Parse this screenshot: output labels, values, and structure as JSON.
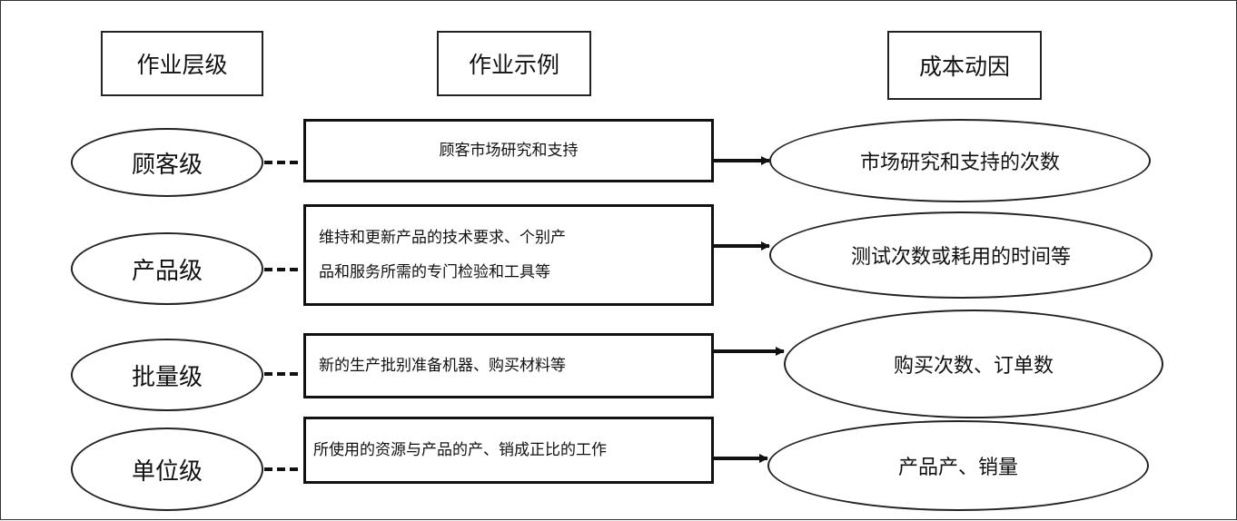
{
  "headers": {
    "level": "作业层级",
    "example": "作业示例",
    "driver": "成本动因"
  },
  "rows": [
    {
      "level": "顾客级",
      "activity_lines": [
        "顾客市场研究和支持"
      ],
      "driver": "市场研究和支持的次数"
    },
    {
      "level": "产品级",
      "activity_lines": [
        "维持和更新产品的技术要求、个别产",
        "品和服务所需的专门检验和工具等"
      ],
      "driver": "测试次数或耗用的时间等"
    },
    {
      "level": "批量级",
      "activity_lines": [
        "新的生产批别准备机器、购买材料等"
      ],
      "driver": "购买次数、订单数"
    },
    {
      "level": "单位级",
      "activity_lines": [
        "所使用的资源与产品的产、销成正比的工作"
      ],
      "driver": "产品产、销量"
    }
  ],
  "colors": {
    "line": "#111111",
    "border": "#222222",
    "background": "#ffffff"
  }
}
